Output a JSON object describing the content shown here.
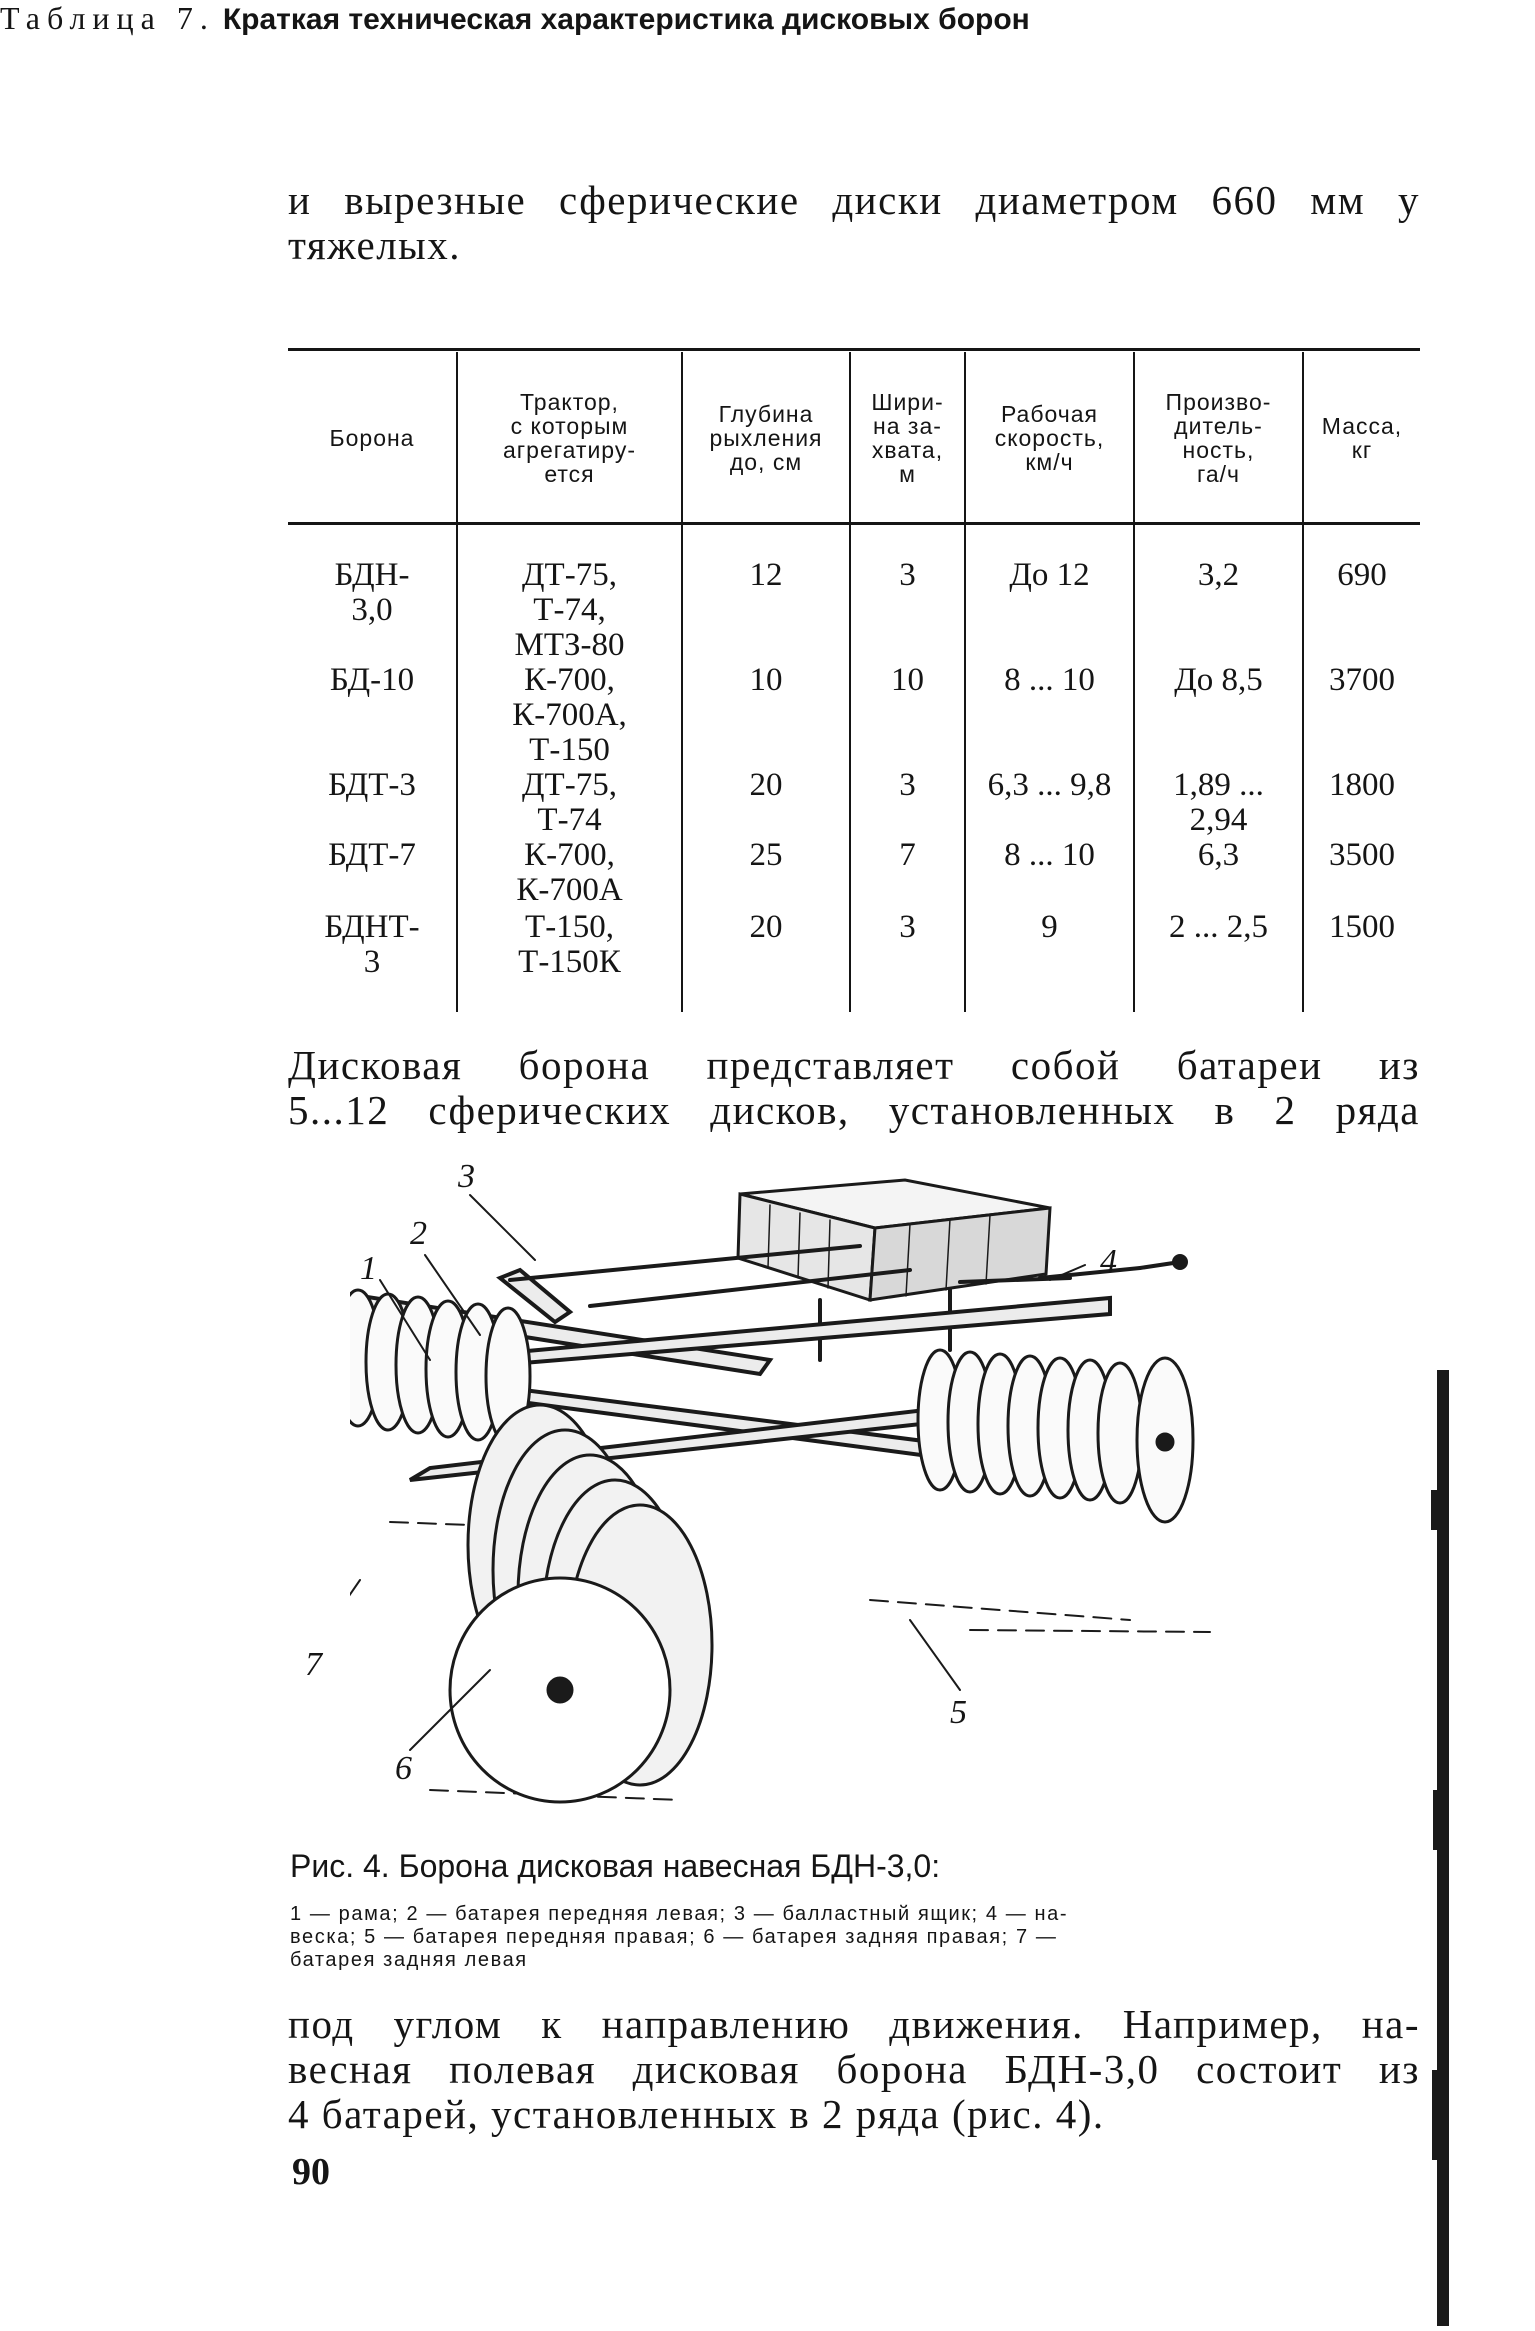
{
  "top_paragraph": {
    "lines": [
      "и вырезные сферические диски диаметром 660 мм у",
      "тяжелых."
    ]
  },
  "table": {
    "caption_lead": "Таблица 7.",
    "caption_rest": "Краткая техническая характеристика дисковых борон",
    "headers": [
      [
        "Борона"
      ],
      [
        "Трактор,",
        "с которым",
        "агрегатиру-",
        "ется"
      ],
      [
        "Глубина",
        "рыхления",
        "до, см"
      ],
      [
        "Шири-",
        "на за-",
        "хвата,",
        "м"
      ],
      [
        "Рабочая",
        "скорость,",
        "км/ч"
      ],
      [
        "Произво-",
        "дитель-",
        "ность,",
        "га/ч"
      ],
      [
        "Масса,",
        "кг"
      ]
    ],
    "rows": [
      {
        "harrow": [
          "БДН-",
          "3,0"
        ],
        "tractor": [
          "ДТ-75,",
          "Т-74,",
          "МТЗ-80"
        ],
        "depth": "12",
        "width": "3",
        "speed": "До 12",
        "productivity": [
          "3,2"
        ],
        "mass": "690"
      },
      {
        "harrow": [
          "БД-10"
        ],
        "tractor": [
          "К-700,",
          "К-700А,",
          "Т-150"
        ],
        "depth": "10",
        "width": "10",
        "speed": "8 ... 10",
        "productivity": [
          "До 8,5"
        ],
        "mass": "3700"
      },
      {
        "harrow": [
          "БДТ-3"
        ],
        "tractor": [
          "ДТ-75,",
          "Т-74"
        ],
        "depth": "20",
        "width": "3",
        "speed": "6,3 ... 9,8",
        "productivity": [
          "1,89 ...",
          "2,94"
        ],
        "mass": "1800"
      },
      {
        "harrow": [
          "БДТ-7"
        ],
        "tractor": [
          "К-700,",
          "К-700А"
        ],
        "depth": "25",
        "width": "7",
        "speed": "8 ... 10",
        "productivity": [
          "6,3"
        ],
        "mass": "3500"
      },
      {
        "harrow": [
          "БДНТ-",
          "3"
        ],
        "tractor": [
          "Т-150,",
          "Т-150К"
        ],
        "depth": "20",
        "width": "3",
        "speed": "9",
        "productivity": [
          "2 ... 2,5"
        ],
        "mass": "1500"
      }
    ]
  },
  "middle_paragraph": {
    "lines": [
      "Дисковая борона представляет собой батареи из",
      "5...12 сферических дисков, установленных в 2 ряда"
    ]
  },
  "figure": {
    "callouts": [
      "1",
      "2",
      "3",
      "4",
      "5",
      "6",
      "7"
    ],
    "title": "Рис. 4. Борона дисковая навесная БДН-3,0:",
    "legend_lines": [
      "1 — рама; 2 — батарея передняя левая; 3 — балластный ящик; 4 — на-",
      "веска; 5 — батарея передняя правая; 6 — батарея задняя правая; 7 —",
      "батарея задняя левая"
    ]
  },
  "bottom_paragraph": {
    "lines": [
      "под углом к направлению движения. Например, на-",
      "весная полевая дисковая борона БДН-3,0 состоит из",
      "4 батарей, установленных в 2 ряда (рис. 4)."
    ]
  },
  "page_number": "90"
}
